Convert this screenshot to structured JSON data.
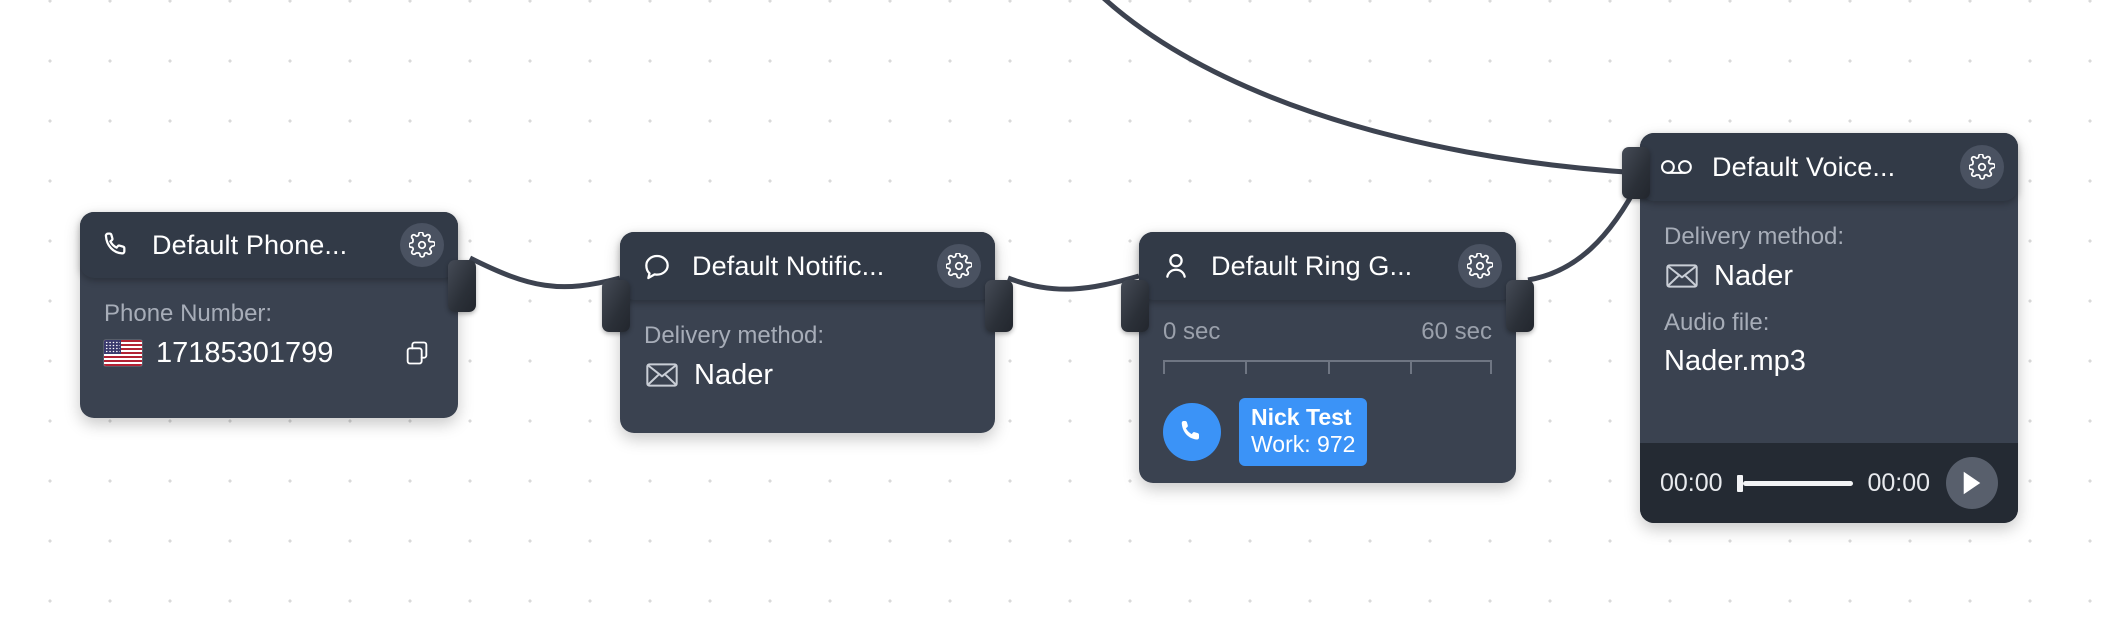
{
  "canvas": {
    "background_color": "#ffffff",
    "dot_color": "#d9d9d9",
    "accent_color": "#3b93f7",
    "node_header_color": "#323a47",
    "node_body_color": "#3a4250",
    "edge_color": "#3d4350"
  },
  "nodes": {
    "phone": {
      "title": "Default Phone...",
      "icon": "phone-icon",
      "settings_label": "gear-icon",
      "field_label": "Phone Number:",
      "phone_number": "17185301799",
      "country_flag": "us-flag-icon",
      "copy_label": "copy-icon"
    },
    "notification": {
      "title": "Default Notific...",
      "icon": "chat-bubble-icon",
      "settings_label": "gear-icon",
      "field_label": "Delivery method:",
      "delivery_icon": "envelope-icon",
      "delivery_value": "Nader"
    },
    "ring_group": {
      "title": "Default Ring G...",
      "icon": "user-icon",
      "settings_label": "gear-icon",
      "scale_start": "0 sec",
      "scale_end": "60 sec",
      "tick_count": 5,
      "member_icon": "phone-handset-icon",
      "member_name": "Nick Test",
      "member_detail": "Work: 972"
    },
    "voicemail": {
      "title": "Default Voice...",
      "icon": "voicemail-icon",
      "settings_label": "gear-icon",
      "delivery_label": "Delivery method:",
      "delivery_icon": "envelope-icon",
      "delivery_value": "Nader",
      "audio_label": "Audio file:",
      "audio_file": "Nader.mp3",
      "current_time": "00:00",
      "total_time": "00:00",
      "play_label": "play-icon"
    }
  }
}
